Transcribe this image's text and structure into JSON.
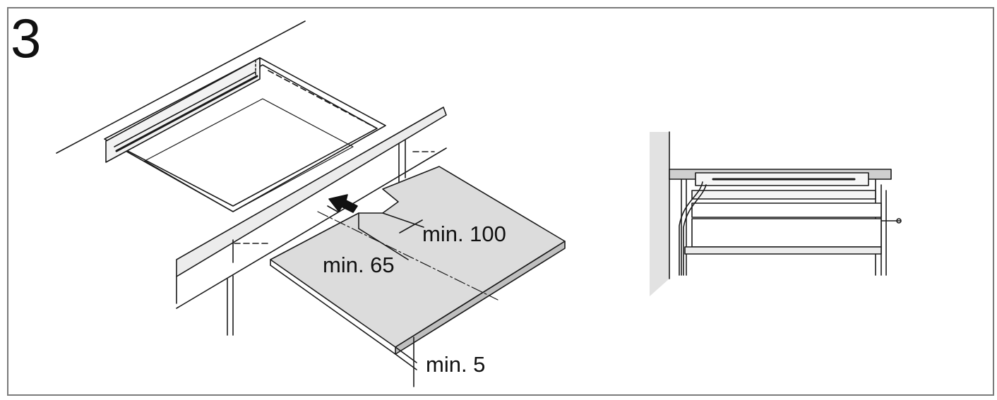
{
  "step_number": "3",
  "labels": {
    "min_100": "min. 100",
    "min_65": "min. 65",
    "min_5": "min. 5"
  },
  "colors": {
    "line": "#1a1a1a",
    "panel_fill": "#dcdcdc",
    "wall_fill": "#e2e2e2",
    "frame": "#7a7a7a"
  }
}
